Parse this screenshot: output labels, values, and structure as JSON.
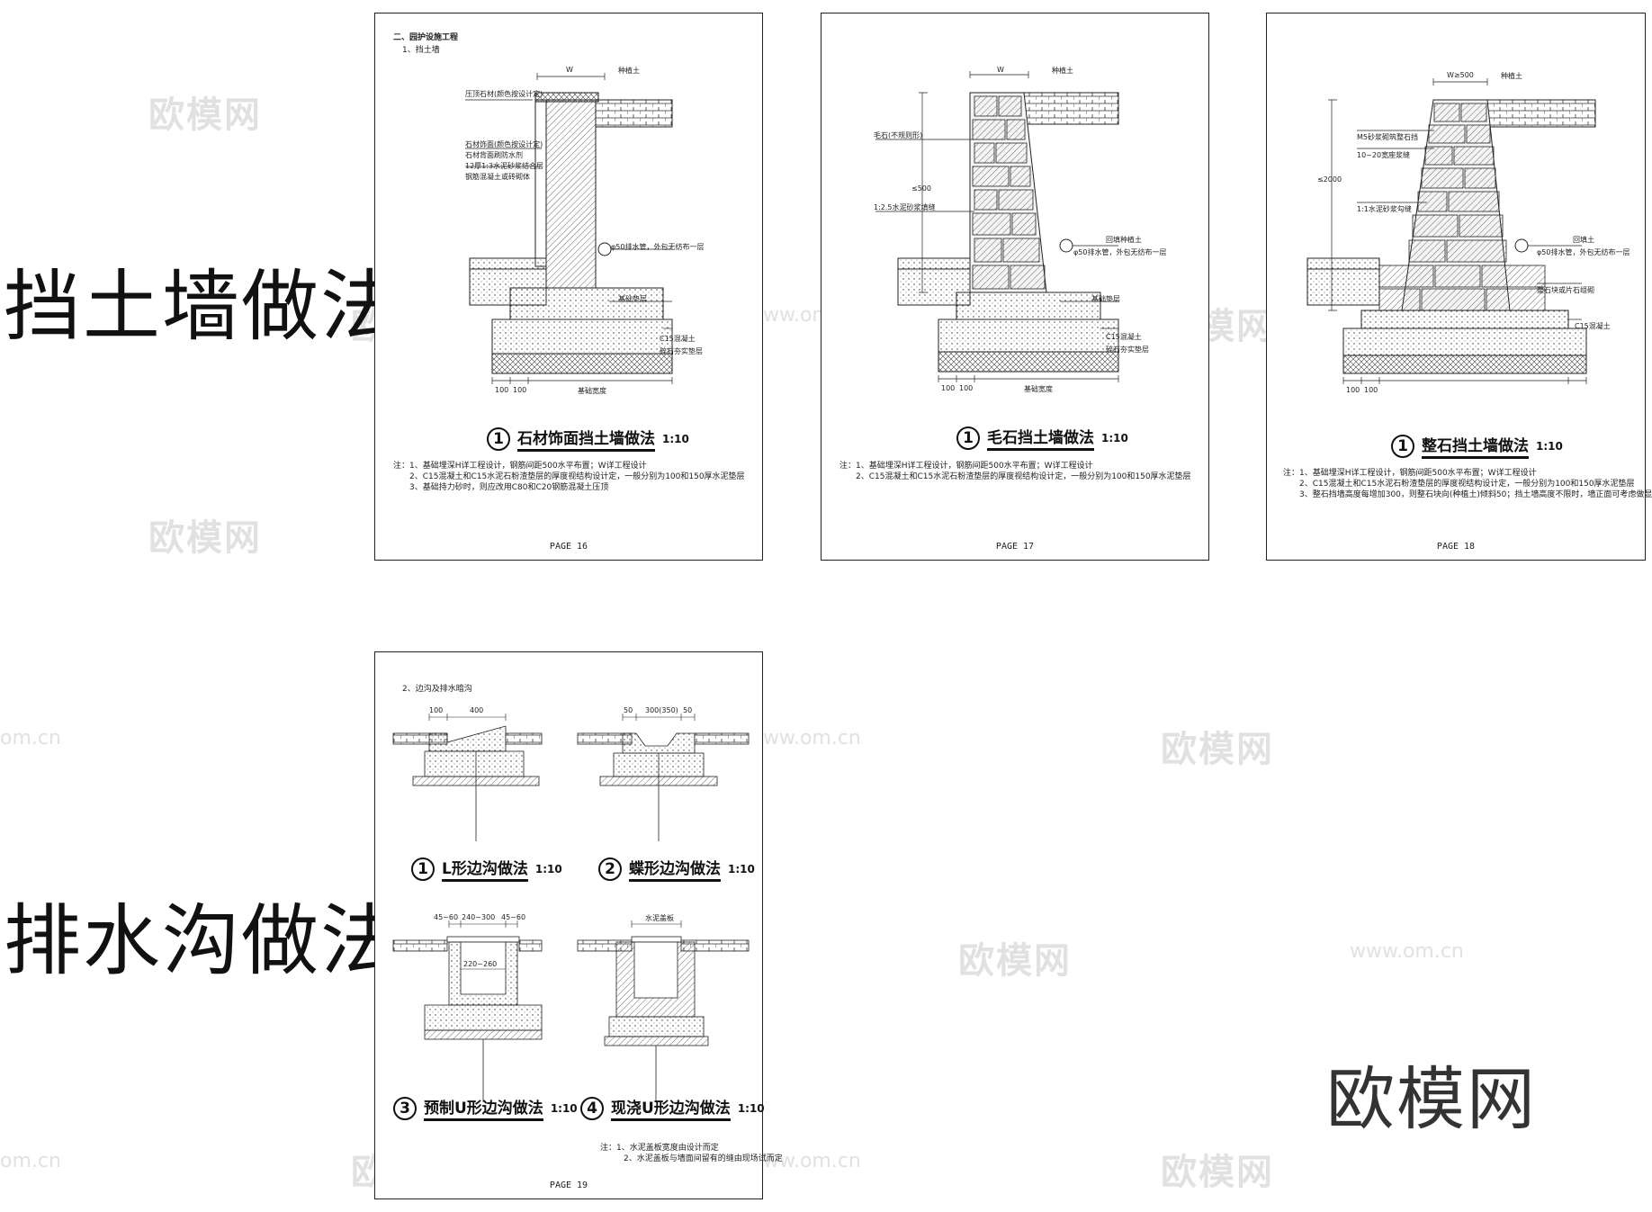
{
  "sections": {
    "retaining": "挡土墙做法",
    "drainage": "排水沟做法"
  },
  "brand": "欧模网",
  "watermarks": {
    "cn": "欧模网",
    "url": "www.om.cn",
    "url_short": "om.cn"
  },
  "sheets": [
    {
      "page": "PAGE 16",
      "header": "二、园护设施工程",
      "subheader": "1、挡土墙",
      "caption": {
        "num": "1",
        "name": "石材饰面挡土墙做法",
        "scale": "1:10"
      },
      "notes": [
        "注：1、基础埋深H详工程设计，钢筋间距500水平布置；W详工程设计",
        "2、C15混凝土和C15水泥石粉渣垫层的厚度视结构设计定，一般分别为100和150厚水泥垫层",
        "3、基础持力砂时，则应改用C80和C20钢筋混凝土压顶"
      ],
      "labels": [
        "W",
        "种植土",
        "压顶石材(颜色按设计定)",
        "石材饰面(颜色按设计定)",
        "石材背面刷防水剂",
        "12厚1:3水泥砂浆结合层",
        "钢筋混凝土或砖砌体",
        "φ50排水管，外包无纺布一层",
        "钢筋混凝土",
        "基础垫层",
        "C15混凝土",
        "碎石夯实垫层",
        "100",
        "100",
        "基础宽度"
      ]
    },
    {
      "page": "PAGE 17",
      "caption": {
        "num": "1",
        "name": "毛石挡土墙做法",
        "scale": "1:10"
      },
      "notes": [
        "注：1、基础埋深H详工程设计，钢筋间距500水平布置；W详工程设计",
        "2、C15混凝土和C15水泥石粉渣垫层的厚度视结构设计定，一般分别为100和150厚水泥垫层"
      ],
      "labels": [
        "W",
        "种植土",
        "毛石(不规则形)",
        "≤500",
        "1:2.5水泥砂浆填缝",
        "φ50排水管，外包无纺布一层",
        "回填种植土",
        "基础垫层",
        "C15混凝土",
        "碎石夯实垫层",
        "100",
        "100",
        "基础宽度"
      ]
    },
    {
      "page": "PAGE 18",
      "caption": {
        "num": "1",
        "name": "整石挡土墙做法",
        "scale": "1:10"
      },
      "notes": [
        "注：1、基础埋深H详工程设计，钢筋间距500水平布置；W详工程设计",
        "2、C15混凝土和C15水泥石粉渣垫层的厚度视结构设计定，一般分别为100和150厚水泥垫层",
        "3、整石挡墙高度每增加300，则整石块向(种植土)倾斜50；挡土墙高度不限时，墙正面可考虑做显"
      ],
      "labels": [
        "W≥500",
        "种植土",
        "M5砂浆砌筑整石挡",
        "10~20宽座浆缝",
        "≤2000",
        "1:1水泥砂浆勾缝",
        "φ50排水管，外包无纺布一层",
        "整石块或片石组砌",
        "回填土",
        "C15混凝土",
        "100",
        "100"
      ]
    },
    {
      "page": "PAGE 19",
      "header": "2、边沟及排水暗沟",
      "captions": [
        {
          "num": "1",
          "name": "L形边沟做法",
          "scale": "1:10"
        },
        {
          "num": "2",
          "name": "蝶形边沟做法",
          "scale": "1:10"
        },
        {
          "num": "3",
          "name": "预制U形边沟做法",
          "scale": "1:10"
        },
        {
          "num": "4",
          "name": "现浇U形边沟做法",
          "scale": "1:10"
        }
      ],
      "notes": [
        "注：1、水泥盖板宽度由设计而定",
        "2、水泥盖板与墙面间留有的缝由现场试而定"
      ],
      "labels": [
        "100",
        "400",
        "50",
        "300(350)",
        "50",
        "240~300",
        "220~260",
        "45~60",
        "45~60",
        "水泥盖板"
      ]
    }
  ]
}
